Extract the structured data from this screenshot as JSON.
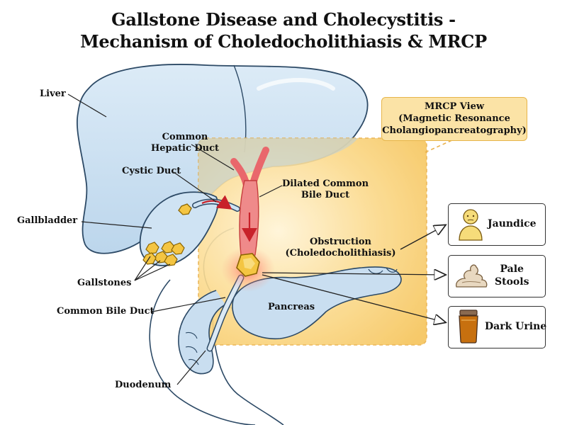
{
  "title_line1": "Gallstone Disease and Cholecystitis -",
  "title_line2": "Mechanism of Choledocholithiasis & MRCP",
  "labels": {
    "liver": "Liver",
    "common_hepatic_1": "Common",
    "common_hepatic_2": "Hepatic Duct",
    "cystic_duct": "Cystic Duct",
    "gallbladder": "Gallbladder",
    "gallstones": "Gallstones",
    "common_bile_duct": "Common Bile Duct",
    "duodenum": "Duodenum",
    "dilated_1": "Dilated Common",
    "dilated_2": "Bile Duct",
    "obstruction_1": "Obstruction",
    "obstruction_2": "(Choledocholithiasis)",
    "pancreas": "Pancreas"
  },
  "mrcp": {
    "line1": "MRCP View",
    "line2": "(Magnetic Resonance",
    "line3": "Cholangiopancreatography)"
  },
  "symptoms": {
    "jaundice": "Jaundice",
    "pale_1": "Pale",
    "pale_2": "Stools",
    "dark_urine": "Dark Urine"
  },
  "colors": {
    "organ_fill": "#cfe3f3",
    "organ_stroke": "#2d4a66",
    "bile_duct": "#e9676c",
    "stone": "#f4c542",
    "mrcp_highlight": "#f8c04a",
    "urine": "#c7700f"
  }
}
